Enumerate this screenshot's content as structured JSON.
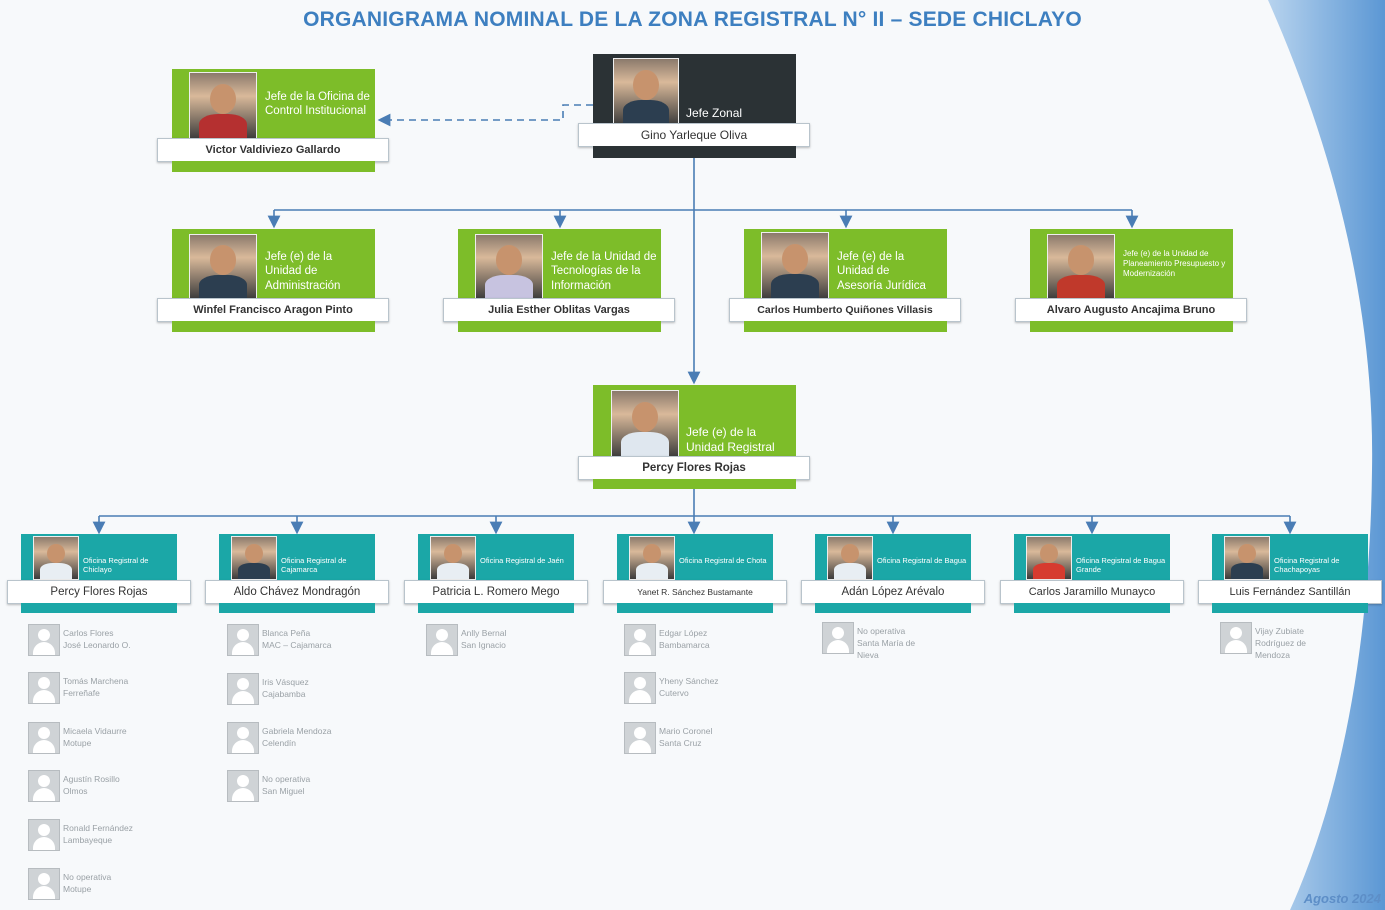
{
  "title": "ORGANIGRAMA NOMINAL DE LA ZONA REGISTRAL N° II – SEDE CHICLAYO",
  "footer": "Agosto 2024",
  "colors": {
    "green": "#7dbd29",
    "teal": "#1ba7a7",
    "dark": "#2b3235",
    "title": "#3d7fc0",
    "connector": "#4a7db5"
  },
  "head": {
    "role": "Jefe Zonal",
    "name": "Gino Yarleque Oliva"
  },
  "control": {
    "role": "Jefe de la Oficina de Control Institucional",
    "name": "Victor Valdiviezo Gallardo"
  },
  "units": [
    {
      "role": "Jefe (e) de la Unidad de Administración",
      "name": "Winfel Francisco Aragon Pinto"
    },
    {
      "role": "Jefe de la Unidad de Tecnologías de la Información",
      "name": "Julia Esther Oblitas Vargas"
    },
    {
      "role": "Jefe (e) de la Unidad de Asesoría Jurídica",
      "name": "Carlos Humberto Quiñones Villasis"
    },
    {
      "role": "Jefe (e) de la Unidad de Planeamiento Presupuesto y Modernización",
      "name": "Alvaro Augusto Ancajima Bruno"
    }
  ],
  "registral": {
    "role": "Jefe (e) de la Unidad Registral",
    "name": "Percy Flores Rojas"
  },
  "offices": [
    {
      "role": "Oficina Registral de Chiclayo",
      "name": "Percy Flores Rojas",
      "staff": [
        [
          "Carlos Flores",
          "José Leonardo O."
        ],
        [
          "Tomás Marchena",
          "Ferreñafe"
        ],
        [
          "Micaela Vidaurre",
          "Motupe"
        ],
        [
          "Agustín Rosillo",
          "Olmos"
        ],
        [
          "Ronald Fernández",
          "Lambayeque"
        ],
        [
          "No operativa",
          "Motupe"
        ]
      ]
    },
    {
      "role": "Oficina Registral de Cajamarca",
      "name": "Aldo Chávez Mondragón",
      "staff": [
        [
          "Blanca Peña",
          "MAC – Cajamarca"
        ],
        [
          "Iris Vásquez",
          "Cajabamba"
        ],
        [
          "Gabriela Mendoza",
          "Celendín"
        ],
        [
          "No operativa",
          "San Miguel"
        ]
      ]
    },
    {
      "role": "Oficina Registral de Jaén",
      "name": "Patricia L. Romero Mego",
      "staff": [
        [
          "Anlly Bernal",
          "San Ignacio"
        ]
      ]
    },
    {
      "role": "Oficina Registral de Chota",
      "name": "Yanet R. Sánchez Bustamante",
      "staff": [
        [
          "Edgar López",
          "Bambamarca"
        ],
        [
          "Yheny Sánchez",
          "Cutervo"
        ],
        [
          "Mario Coronel",
          "Santa Cruz"
        ]
      ]
    },
    {
      "role": "Oficina Registral de Bagua",
      "name": "Adán López Arévalo",
      "staff": [
        [
          "No operativa",
          "Santa María de",
          "Nieva"
        ]
      ]
    },
    {
      "role": "Oficina Registral de Bagua Grande",
      "name": "Carlos Jaramillo Munayco",
      "staff": []
    },
    {
      "role": "Oficina Registral de Chachapoyas",
      "name": "Luis Fernández Santillán",
      "staff": [
        [
          "Vijay Zubiate",
          "Rodríguez de",
          "Mendoza"
        ]
      ]
    }
  ]
}
